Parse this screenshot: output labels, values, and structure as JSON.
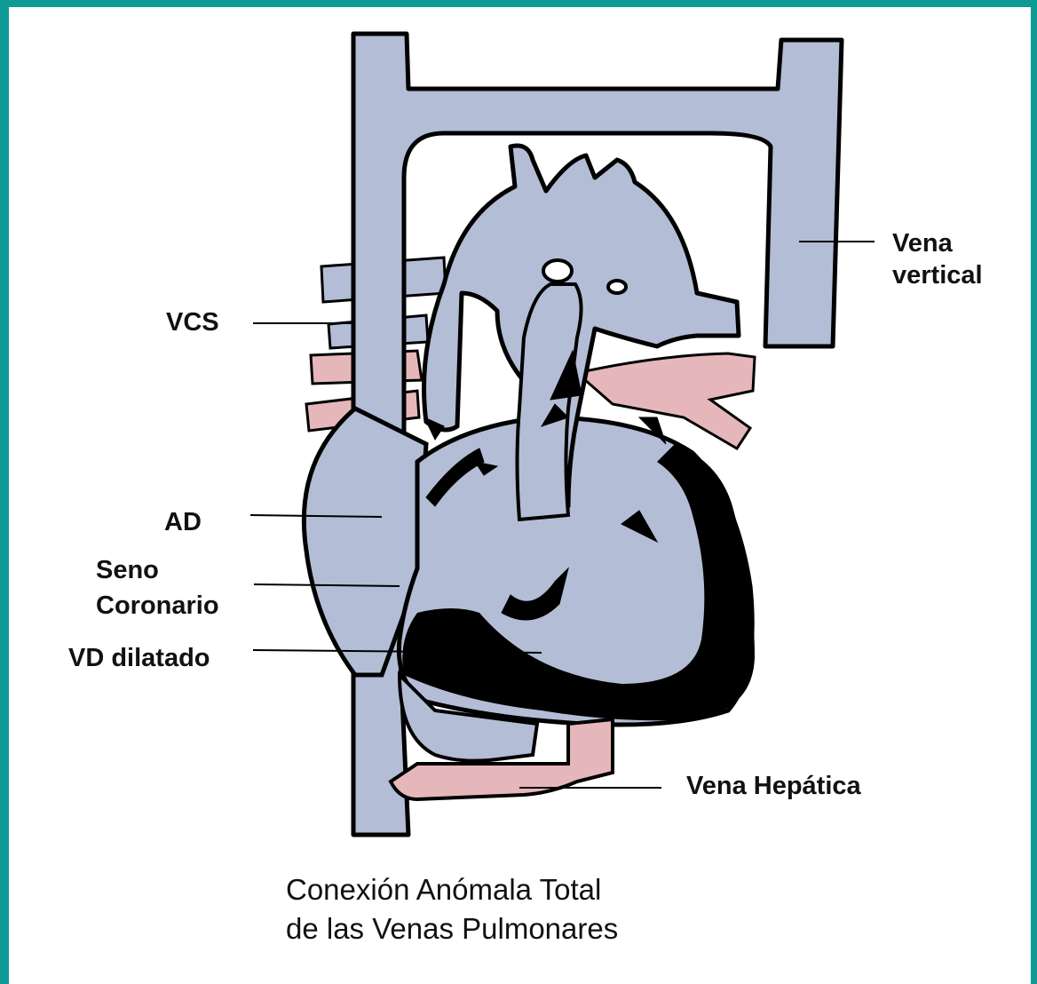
{
  "labels": {
    "vena_vertical_line1": "Vena",
    "vena_vertical_line2": "vertical",
    "vcs": "VCS",
    "ad": "AD",
    "seno_line1": "Seno",
    "seno_line2": "Coronario",
    "vd": "VD dilatado",
    "vena_hepatica": "Vena Hepática"
  },
  "caption": {
    "line1": "Conexión Anómala Total",
    "line2": "de las Venas Pulmonares"
  },
  "colors": {
    "frame": "#0f9a95",
    "vein_fill": "#b4bdd6",
    "artery_fill": "#e6b7ba",
    "outline": "#000000"
  }
}
